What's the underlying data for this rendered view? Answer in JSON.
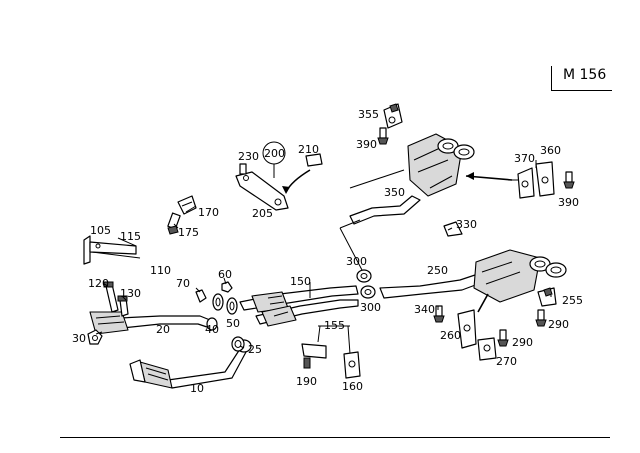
{
  "model": "M 156",
  "callouts": [
    {
      "id": "c10",
      "text": "10"
    },
    {
      "id": "c20",
      "text": "20"
    },
    {
      "id": "c25",
      "text": "25"
    },
    {
      "id": "c30",
      "text": "30"
    },
    {
      "id": "c40",
      "text": "40"
    },
    {
      "id": "c50",
      "text": "50"
    },
    {
      "id": "c60",
      "text": "60"
    },
    {
      "id": "c70",
      "text": "70"
    },
    {
      "id": "c105",
      "text": "105"
    },
    {
      "id": "c110",
      "text": "110"
    },
    {
      "id": "c115",
      "text": "115"
    },
    {
      "id": "c120",
      "text": "120"
    },
    {
      "id": "c130",
      "text": "130"
    },
    {
      "id": "c150",
      "text": "150"
    },
    {
      "id": "c155",
      "text": "155"
    },
    {
      "id": "c160",
      "text": "160"
    },
    {
      "id": "c170",
      "text": "170"
    },
    {
      "id": "c175",
      "text": "175"
    },
    {
      "id": "c190",
      "text": "190"
    },
    {
      "id": "c200",
      "text": "200"
    },
    {
      "id": "c205",
      "text": "205"
    },
    {
      "id": "c210",
      "text": "210"
    },
    {
      "id": "c230",
      "text": "230"
    },
    {
      "id": "c250",
      "text": "250"
    },
    {
      "id": "c255",
      "text": "255"
    },
    {
      "id": "c260",
      "text": "260"
    },
    {
      "id": "c270",
      "text": "270"
    },
    {
      "id": "c290a",
      "text": "290"
    },
    {
      "id": "c290b",
      "text": "290"
    },
    {
      "id": "c300a",
      "text": "300"
    },
    {
      "id": "c300b",
      "text": "300"
    },
    {
      "id": "c330",
      "text": "330"
    },
    {
      "id": "c340",
      "text": "340"
    },
    {
      "id": "c350",
      "text": "350"
    },
    {
      "id": "c355",
      "text": "355"
    },
    {
      "id": "c360",
      "text": "360"
    },
    {
      "id": "c370",
      "text": "370"
    },
    {
      "id": "c390a",
      "text": "390"
    },
    {
      "id": "c390b",
      "text": "390"
    }
  ]
}
